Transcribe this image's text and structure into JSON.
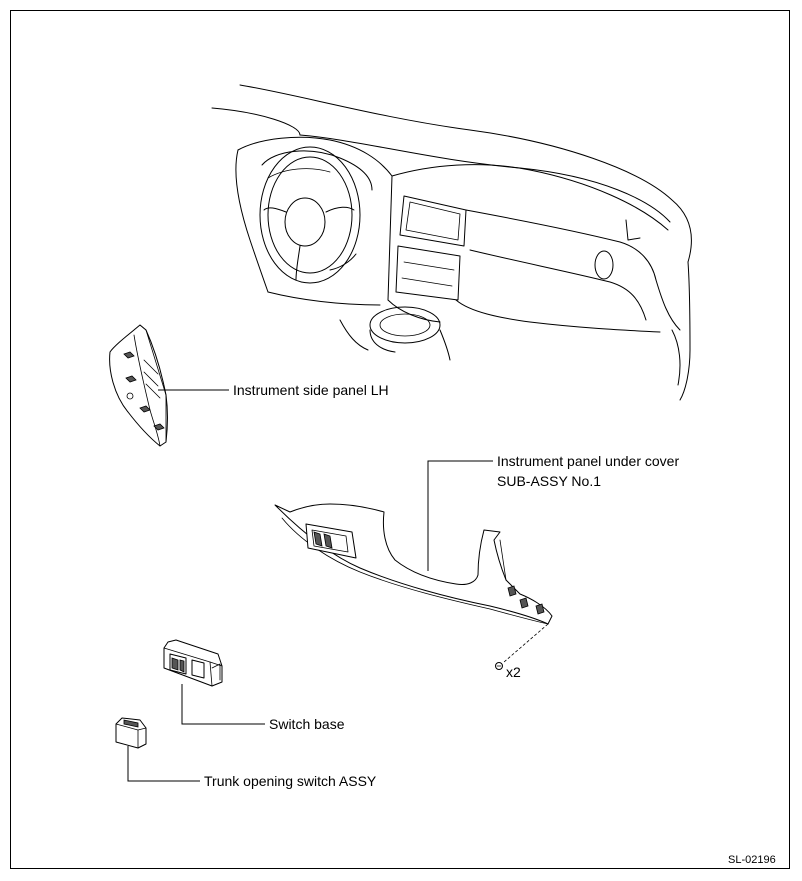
{
  "labels": {
    "side_panel": "Instrument side panel LH",
    "under_cover_line1": "Instrument panel under cover",
    "under_cover_line2": "SUB-ASSY No.1",
    "screw_qty": "x2",
    "switch_base": "Switch base",
    "trunk_switch": "Trunk opening switch ASSY",
    "figure_code": "SL-02196"
  }
}
